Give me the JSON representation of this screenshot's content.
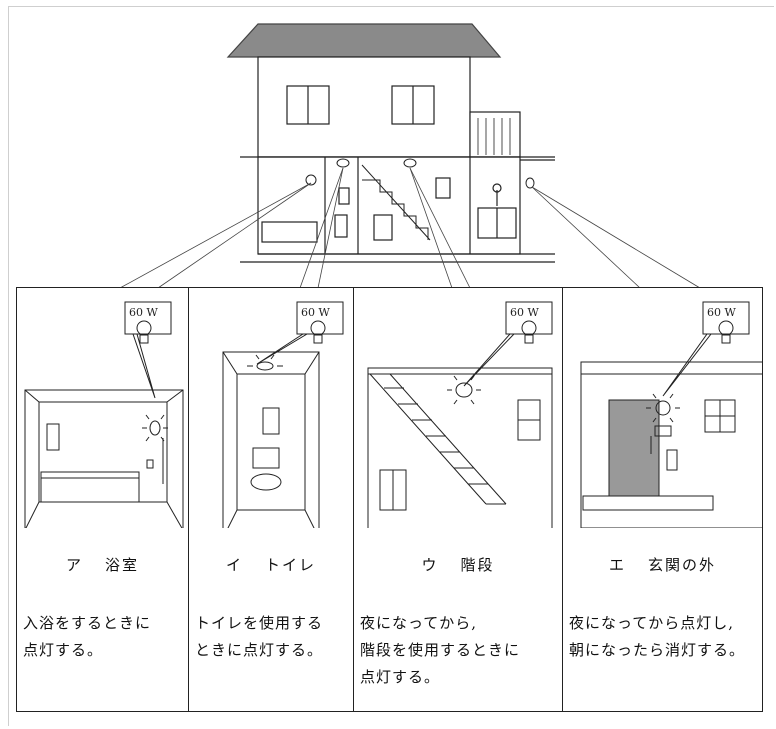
{
  "bulb_wattage": "60 W",
  "panels": [
    {
      "letter": "ア",
      "room": "浴室",
      "description": "入浴をするときに\n点灯する。"
    },
    {
      "letter": "イ",
      "room": "トイレ",
      "description": "トイレを使用する\nときに点灯する。"
    },
    {
      "letter": "ウ",
      "room": "階段",
      "description": "夜になってから,\n階段を使用するときに\n点灯する。"
    },
    {
      "letter": "エ",
      "room": "玄関の外",
      "description": "夜になってから点灯し,\n朝になったら消灯する。"
    }
  ]
}
